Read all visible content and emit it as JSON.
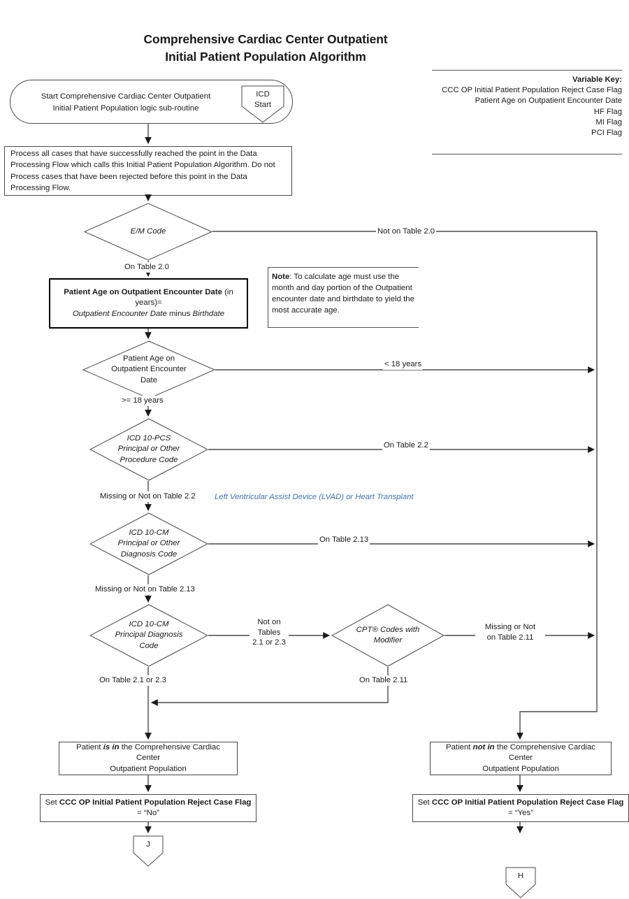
{
  "title": {
    "line1": "Comprehensive Cardiac Center Outpatient",
    "line2": "Initial Patient Population Algorithm"
  },
  "variable_key": {
    "heading": "Variable Key:",
    "items": [
      "CCC OP Initial Patient Population Reject Case Flag",
      "Patient Age on Outpatient Encounter Date",
      "HF Flag",
      "MI Flag",
      "PCI Flag"
    ]
  },
  "nodes": {
    "start": {
      "line1": "Start Comprehensive Cardiac Center Outpatient",
      "line2": "Initial Patient Population logic sub-routine",
      "connector_line1": "ICD",
      "connector_line2": "Start"
    },
    "process_note": "Process all cases that have successfully reached the point in the Data Processing Flow which calls this Initial Patient Population Algorithm.  Do not Process cases that have been rejected before this point in the Data Processing Flow.",
    "em_code": "E/M Code",
    "age_calc": {
      "bold": "Patient Age on Outpatient Encounter Date",
      "normal": " (in years)=",
      "italic_line2_a": "Outpatient Encounter Date",
      "line2_mid": " minus ",
      "italic_line2_b": "Birthdate"
    },
    "note_box": {
      "label": "Note",
      "text": ":  To calculate age must use the month and day portion of the Outpatient encounter date and birthdate to  yield the most accurate age."
    },
    "age_decision": {
      "l1": "Patient Age on",
      "l2": "Outpatient Encounter",
      "l3": "Date"
    },
    "icd10pcs": {
      "l1": "ICD 10-PCS",
      "l2": "Principal or Other",
      "l3": "Procedure Code"
    },
    "icd10cm_any": {
      "l1": "ICD 10-CM",
      "l2": "Principal or Other",
      "l3": "Diagnosis Code"
    },
    "icd10cm_principal": {
      "l1": "ICD 10-CM",
      "l2": "Principal Diagnosis",
      "l3": "Code"
    },
    "cpt_modifier": {
      "l1": "CPT® Codes with",
      "l2": "Modifier"
    },
    "in_population": {
      "pre": "Patient ",
      "em": "is in",
      "post": " the Comprehensive Cardiac Center",
      "line2": "Outpatient Population"
    },
    "not_in_population": {
      "pre": "Patient ",
      "em": "not in",
      "post": " the Comprehensive Cardiac Center",
      "line2": "Outpatient Population"
    },
    "set_flag_no": {
      "prefix": "Set ",
      "flag": "CCC OP Initial Patient Population Reject Case Flag",
      "value": "= “No”"
    },
    "set_flag_yes": {
      "prefix": "Set ",
      "flag": "CCC OP Initial Patient Population Reject Case Flag",
      "value": "= “Yes”"
    },
    "exit_j": "J",
    "exit_h": "H"
  },
  "edges": {
    "em_not_on_table": "Not on Table 2.0",
    "em_on_table": "On Table 2.0",
    "age_under18": "< 18 years",
    "age_over18": ">= 18 years",
    "pcs_on_table_22": "On Table 2.2",
    "pcs_missing": "Missing or Not on Table 2.2",
    "lvad_annotation": "Left Ventricular Assist Device (LVAD) or Heart Transplant",
    "cm_on_table_213": "On Table 2.13",
    "cm_missing_213": "Missing or Not on Table 2.13",
    "principal_not_on": "Not on\nTables\n2.1 or 2.3",
    "principal_not_on_l1": "Not on",
    "principal_not_on_l2": "Tables",
    "principal_not_on_l3": "2.1 or 2.3",
    "principal_on": "On Table 2.1 or 2.3",
    "cpt_missing_l1": "Missing or Not",
    "cpt_missing_l2": "on Table 2.11",
    "cpt_on_table_211": "On Table 2.11"
  },
  "colors": {
    "stroke": "#4a4a4a",
    "annotation": "#3b73b9",
    "text": "#1a1a1a",
    "background": "#ffffff"
  }
}
